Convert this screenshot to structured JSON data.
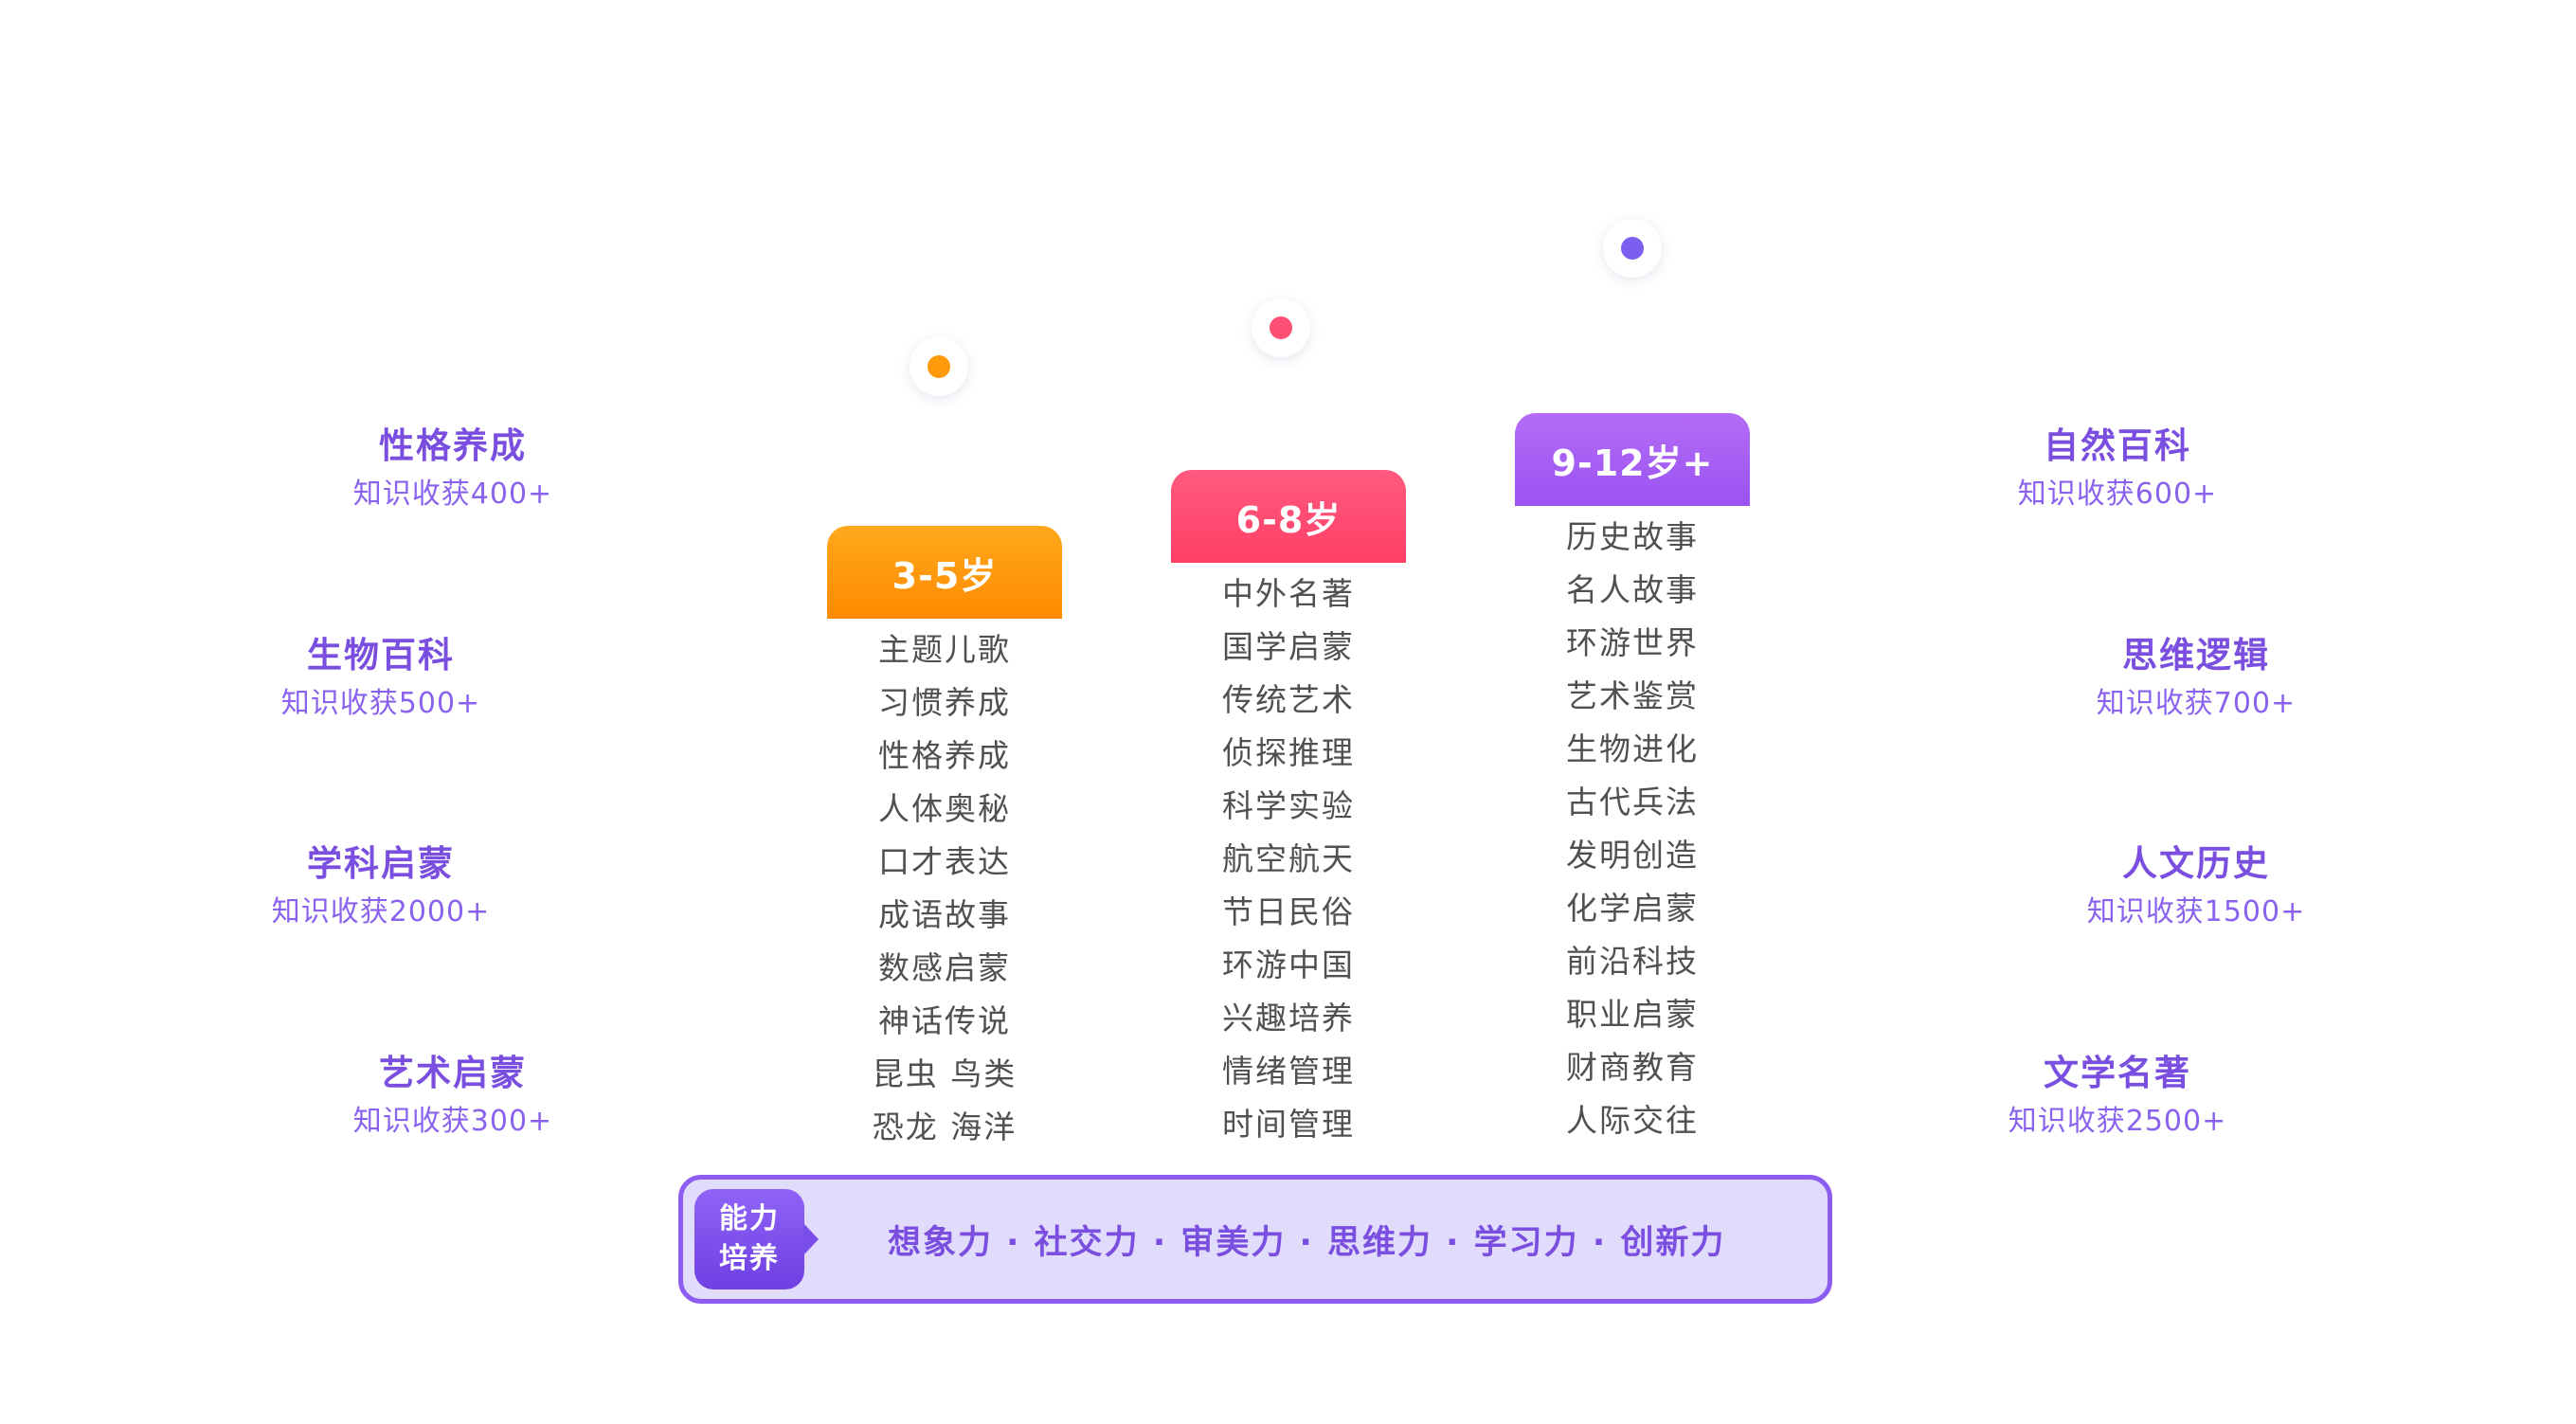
{
  "colors": {
    "accent_purple": "#7a4fe0",
    "orange": "#ff9a0c",
    "pink": "#ff4f75",
    "violet": "#a25cf4",
    "text_gray": "#505050",
    "bar_fill": "#e1dcfb"
  },
  "left_categories": [
    {
      "title": "性格养成",
      "sub": "知识收获400+"
    },
    {
      "title": "生物百科",
      "sub": "知识收获500+"
    },
    {
      "title": "学科启蒙",
      "sub": "知识收获2000+"
    },
    {
      "title": "艺术启蒙",
      "sub": "知识收获300+"
    }
  ],
  "right_categories": [
    {
      "title": "自然百科",
      "sub": "知识收获600+"
    },
    {
      "title": "思维逻辑",
      "sub": "知识收获700+"
    },
    {
      "title": "人文历史",
      "sub": "知识收获1500+"
    },
    {
      "title": "文学名著",
      "sub": "知识收获2500+"
    }
  ],
  "age_columns": [
    {
      "label": "3-5岁",
      "color": "#ff9a0c",
      "topics": [
        "主题儿歌",
        "习惯养成",
        "性格养成",
        "人体奥秘",
        "口才表达",
        "成语故事",
        "数感启蒙",
        "神话传说",
        "昆虫 鸟类",
        "恐龙 海洋"
      ]
    },
    {
      "label": "6-8岁",
      "color": "#ff4f75",
      "topics": [
        "中外名著",
        "国学启蒙",
        "传统艺术",
        "侦探推理",
        "科学实验",
        "航空航天",
        "节日民俗",
        "环游中国",
        "兴趣培养",
        "情绪管理",
        "时间管理"
      ]
    },
    {
      "label": "9-12岁+",
      "color": "#a25cf4",
      "topics": [
        "历史故事",
        "名人故事",
        "环游世界",
        "艺术鉴赏",
        "生物进化",
        "古代兵法",
        "发明创造",
        "化学启蒙",
        "前沿科技",
        "职业启蒙",
        "财商教育",
        "人际交往"
      ]
    }
  ],
  "ability": {
    "badge_line1": "能力",
    "badge_line2": "培养",
    "text": "想象力 · 社交力 · 审美力 · 思维力 · 学习力 · 创新力"
  }
}
